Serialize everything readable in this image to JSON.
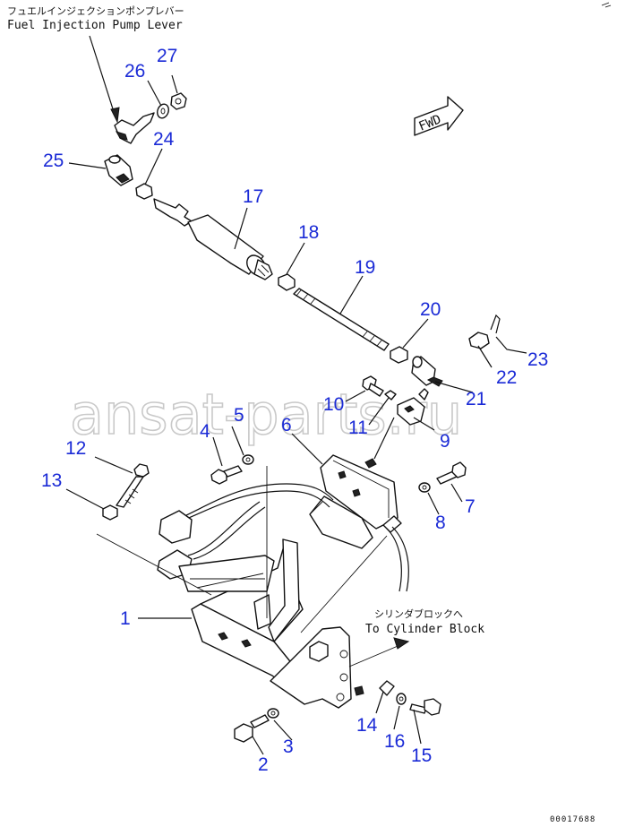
{
  "labels": {
    "lever_jp": "フュエルインジェクションポンプレバー",
    "lever_en": "Fuel Injection Pump Lever",
    "cyl_jp": "シリンダブロックへ",
    "cyl_en": "To Cylinder Block",
    "fwd": "FWD",
    "watermark": "ansat-parts.ru",
    "drawing_code": "00017688"
  },
  "part_numbers": [
    "1",
    "2",
    "3",
    "4",
    "5",
    "6",
    "7",
    "8",
    "9",
    "10",
    "11",
    "12",
    "13",
    "14",
    "15",
    "16",
    "17",
    "18",
    "19",
    "20",
    "21",
    "22",
    "23",
    "24",
    "25",
    "26",
    "27"
  ],
  "colors": {
    "callout": "#1b2bd6",
    "line": "#111111",
    "watermark": "#c9c9c9"
  }
}
